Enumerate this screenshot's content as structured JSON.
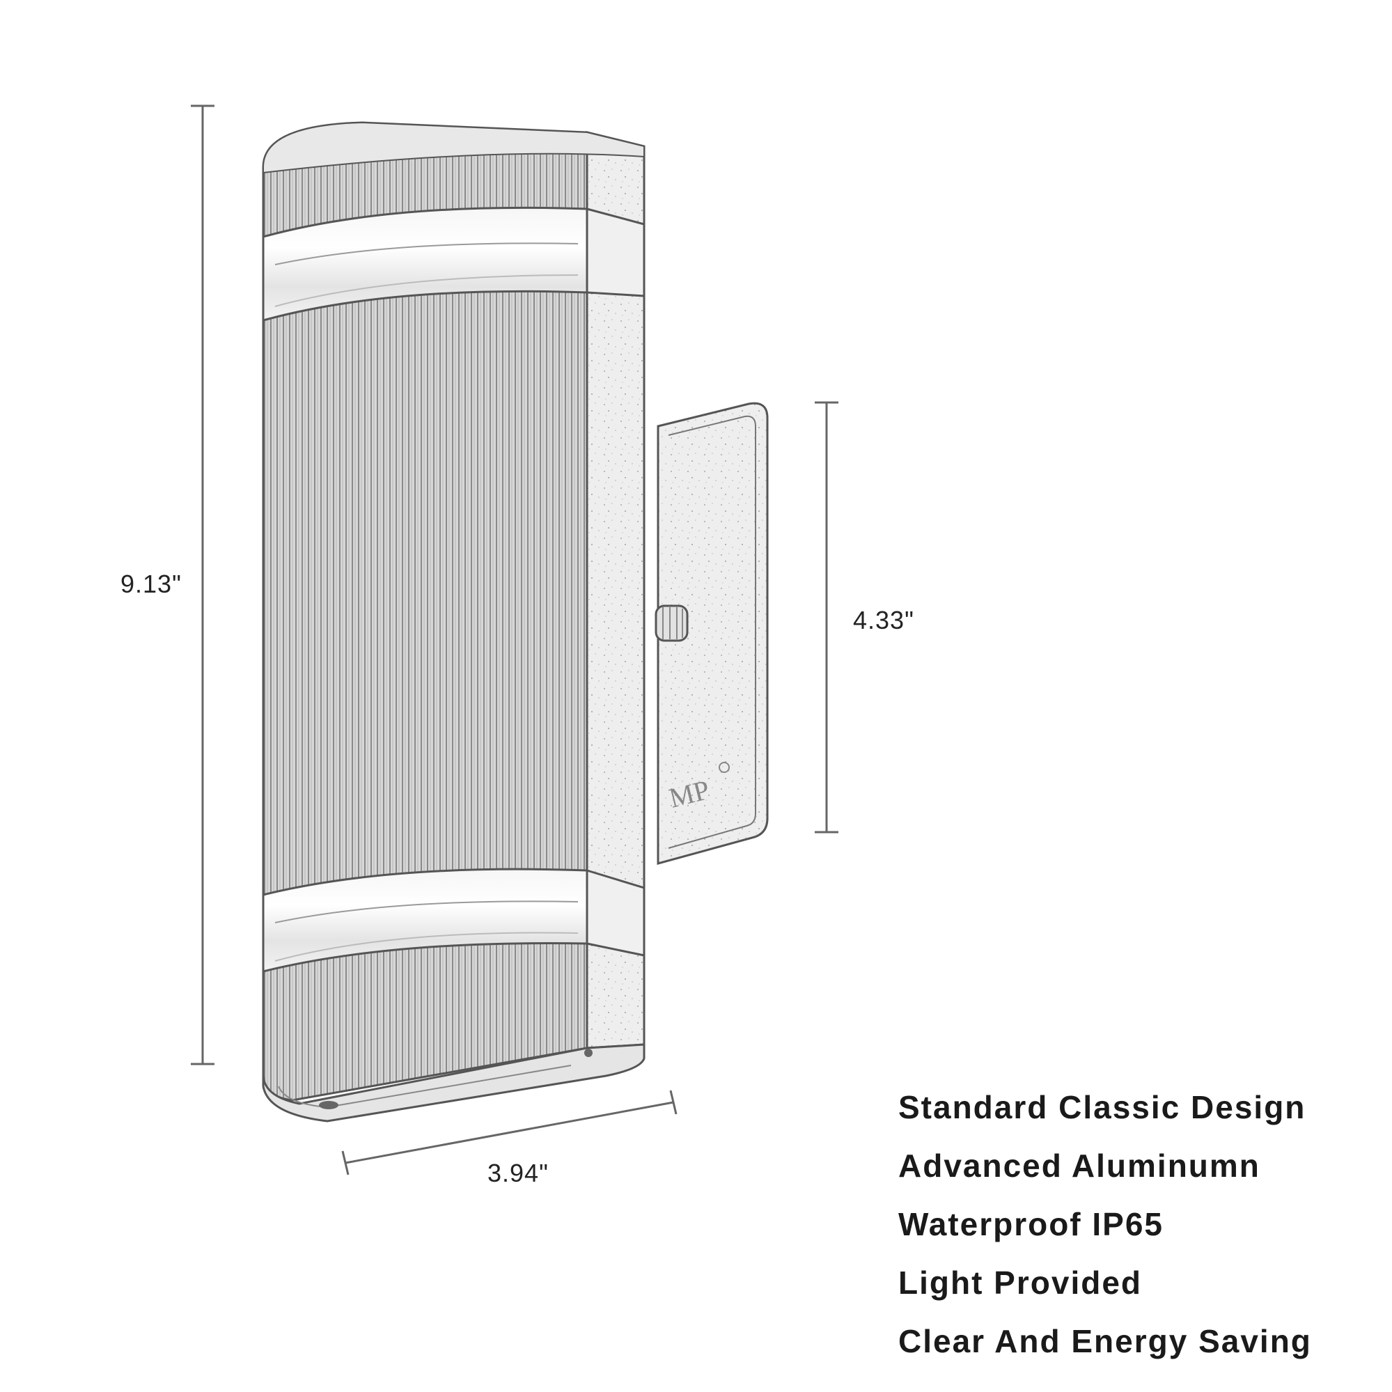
{
  "dimensions": {
    "height": "9.13\"",
    "bracket_height": "4.33\"",
    "width": "3.94\""
  },
  "brand_mark": "MP",
  "features": [
    "Standard Classic Design",
    "Advanced Aluminumn",
    "Waterproof IP65",
    "Light Provided",
    "Clear And Energy Saving"
  ]
}
